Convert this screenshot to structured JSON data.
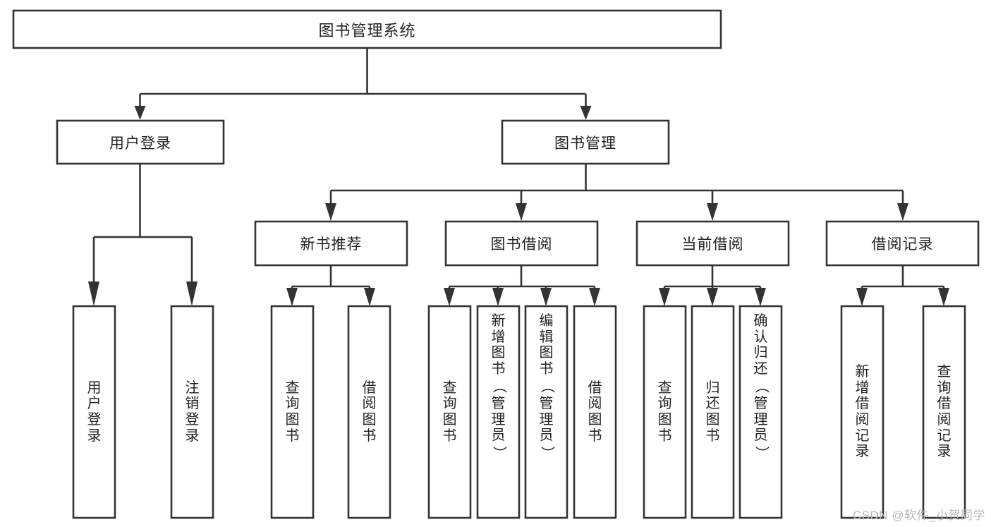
{
  "diagram": {
    "type": "tree-hierarchy-chart",
    "title": "图书管理系统",
    "colors": {
      "background": "#ffffff",
      "box_stroke": "#333333",
      "box_fill": "#ffffff",
      "text": "#222222",
      "watermark": "#b9b9b9"
    },
    "levels": {
      "root": {
        "label": "图书管理系统"
      },
      "level2": [
        {
          "id": "user-login",
          "label": "用户登录"
        },
        {
          "id": "book-management",
          "label": "图书管理"
        }
      ],
      "level3": [
        {
          "id": "new-book-recommend",
          "label": "新书推荐",
          "parent": "book-management"
        },
        {
          "id": "book-borrow",
          "label": "图书借阅",
          "parent": "book-management"
        },
        {
          "id": "current-borrow",
          "label": "当前借阅",
          "parent": "book-management"
        },
        {
          "id": "borrow-record",
          "label": "借阅记录",
          "parent": "book-management"
        }
      ],
      "leaves": [
        {
          "id": "leaf-user-login",
          "label": "用户登录",
          "parent": "user-login"
        },
        {
          "id": "leaf-logout-login",
          "label": "注销登录",
          "parent": "user-login"
        },
        {
          "id": "leaf-query-book-1",
          "label": "查询图书",
          "parent": "new-book-recommend"
        },
        {
          "id": "leaf-borrow-book-1",
          "label": "借阅图书",
          "parent": "new-book-recommend"
        },
        {
          "id": "leaf-query-book-2",
          "label": "查询图书",
          "parent": "book-borrow"
        },
        {
          "id": "leaf-add-book",
          "label": "新增图书（管理员）",
          "parent": "book-borrow"
        },
        {
          "id": "leaf-edit-book",
          "label": "编辑图书（管理员）",
          "parent": "book-borrow"
        },
        {
          "id": "leaf-borrow-book-2",
          "label": "借阅图书",
          "parent": "book-borrow"
        },
        {
          "id": "leaf-query-book-3",
          "label": "查询图书",
          "parent": "current-borrow"
        },
        {
          "id": "leaf-return-book",
          "label": "归还图书",
          "parent": "current-borrow"
        },
        {
          "id": "leaf-confirm-return",
          "label": "确认归还（管理员）",
          "parent": "current-borrow"
        },
        {
          "id": "leaf-add-record",
          "label": "新增借阅记录",
          "parent": "borrow-record"
        },
        {
          "id": "leaf-query-record",
          "label": "查询借阅记录",
          "parent": "borrow-record"
        }
      ]
    },
    "watermark": "CSDN @软件_小贺同学"
  }
}
